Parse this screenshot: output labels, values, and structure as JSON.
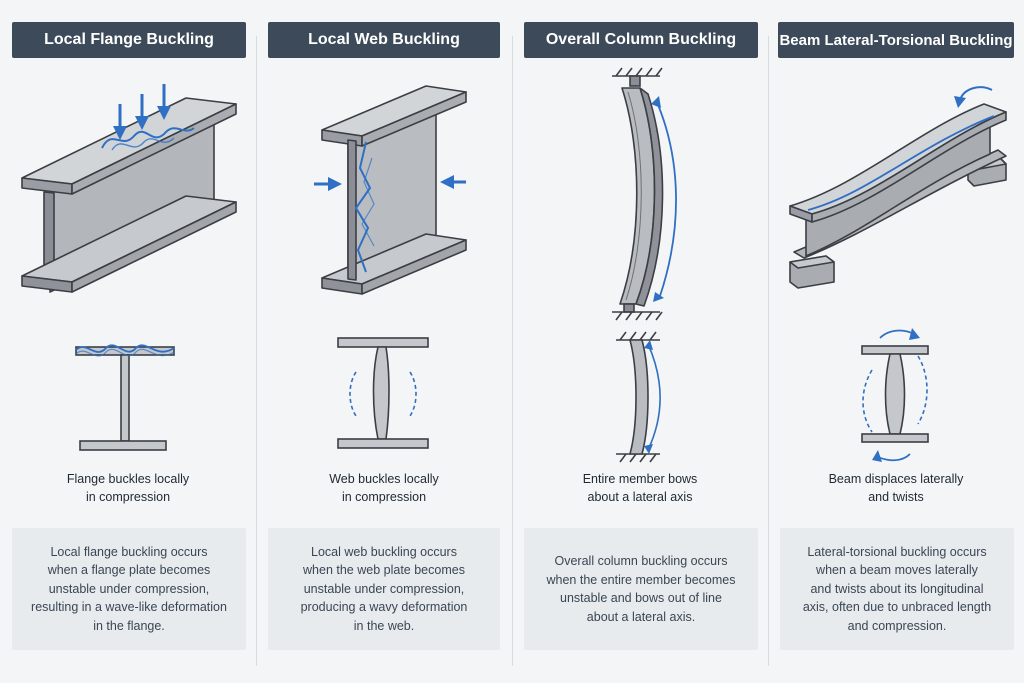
{
  "colors": {
    "title_bg": "#3d4a59",
    "steel_light": "#c9ccd0",
    "steel_mid": "#a9adb2",
    "steel_dark": "#868a90",
    "outline": "#3b3f45",
    "accent_blue": "#2f6fc4",
    "desc_bg": "#e8ebee"
  },
  "panels": [
    {
      "title": "Local Flange Buckling",
      "caption_lines": [
        "Flange buckles locally",
        "in compression"
      ],
      "description_lines": [
        "Local flange buckling occurs",
        "when a flange plate becomes",
        "unstable under compression,",
        "resulting in a wave-like deformation",
        "in the flange."
      ]
    },
    {
      "title": "Local Web Buckling",
      "caption_lines": [
        "Web buckles locally",
        "in compression"
      ],
      "description_lines": [
        "Local web buckling occurs",
        "when the web plate becomes",
        "unstable under compression,",
        "producing a wavy deformation",
        "in the web."
      ]
    },
    {
      "title": "Overall Column Buckling",
      "caption_lines": [
        "Entire member bows",
        "about a lateral axis"
      ],
      "description_lines": [
        "Overall column buckling occurs",
        "when the entire member becomes",
        "unstable and bows out of line",
        "about a lateral axis."
      ]
    },
    {
      "title": "Beam Lateral-Torsional Buckling",
      "caption_lines": [
        "Beam displaces laterally",
        "and twists"
      ],
      "description_lines": [
        "Lateral-torsional buckling occurs",
        "when a beam moves laterally",
        "and twists about its longitudinal",
        "axis, often due to unbraced length",
        "and compression."
      ]
    }
  ]
}
